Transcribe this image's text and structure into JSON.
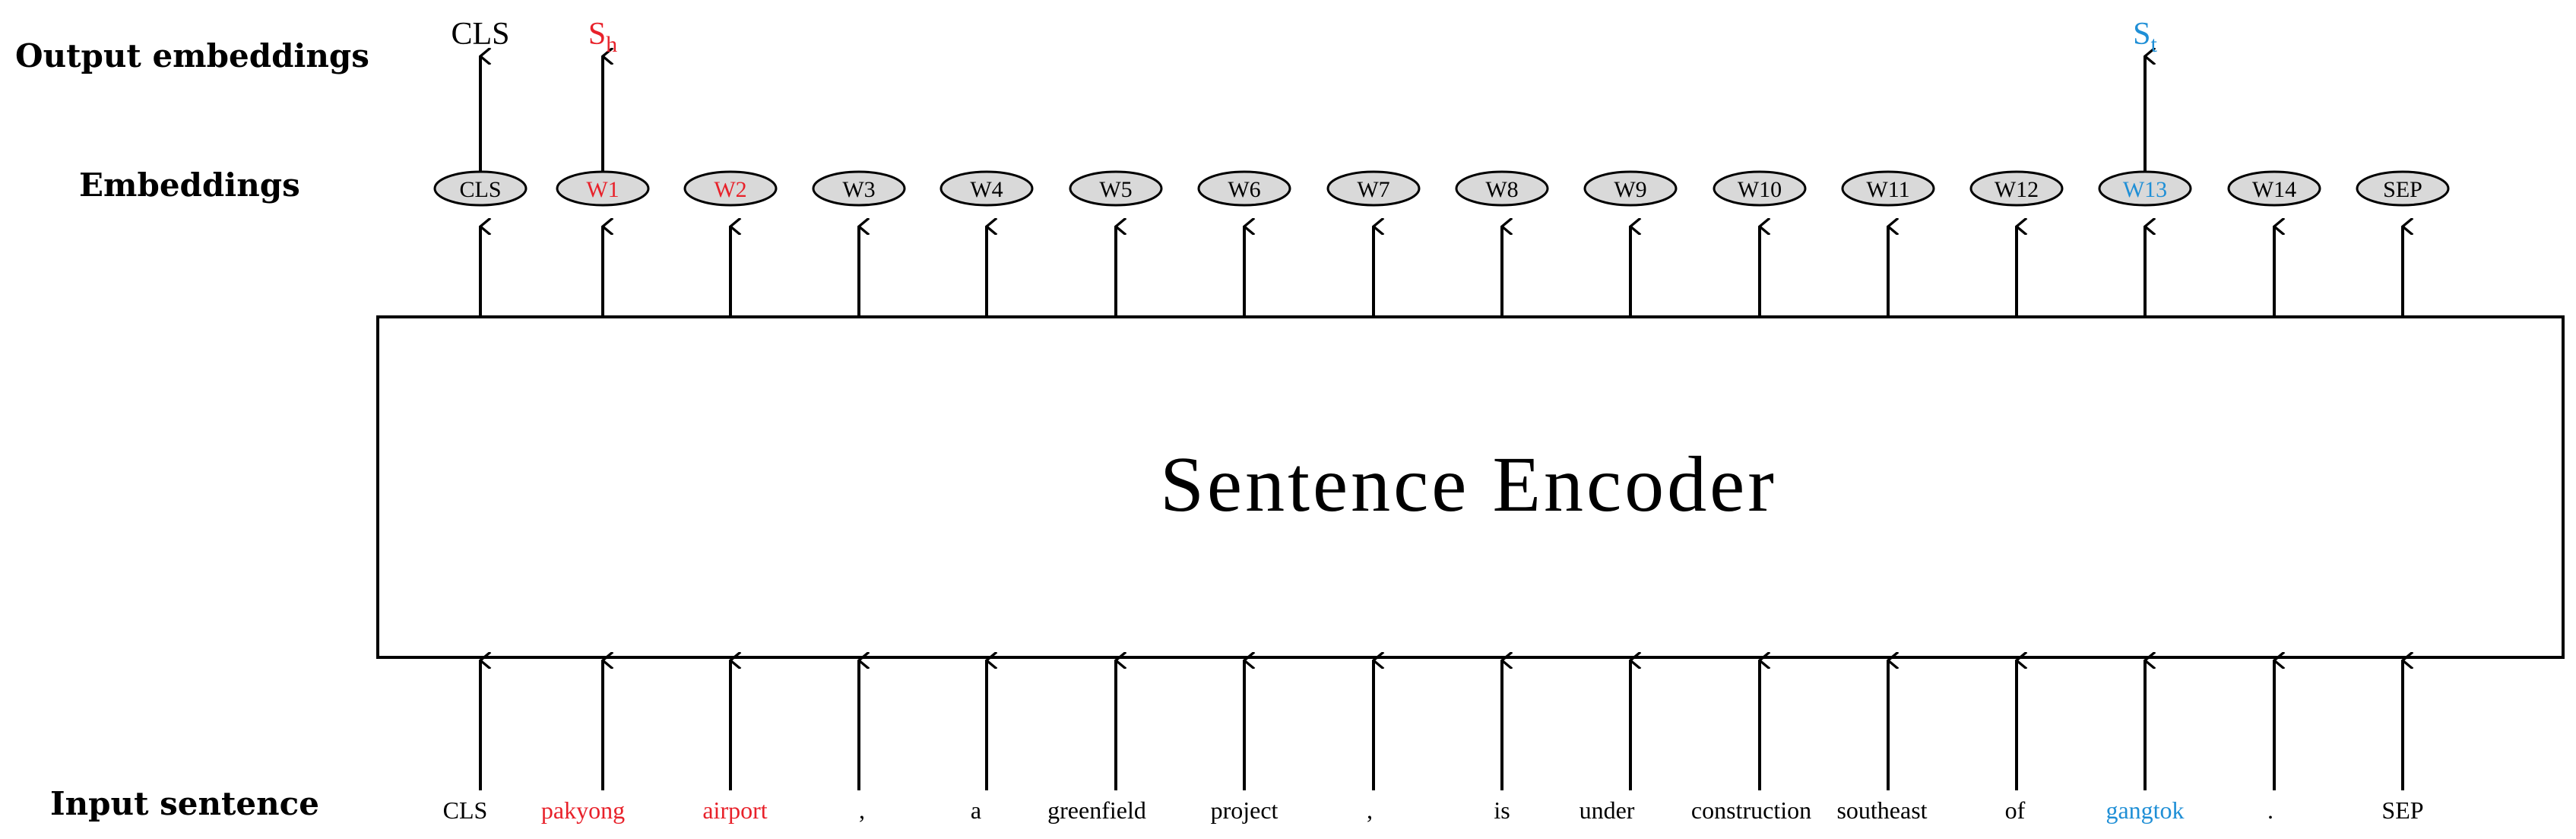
{
  "row_labels": {
    "output": "Output embeddings",
    "embeddings": "Embeddings",
    "input": "Input sentence"
  },
  "encoder": {
    "label": "Sentence Encoder"
  },
  "colors": {
    "default": "#000000",
    "head": "#e8212a",
    "tail": "#1f8fd6",
    "node_fill": "#d9d9d9"
  },
  "tokens": [
    {
      "text": "CLS",
      "role": "default"
    },
    {
      "text": "pakyong",
      "role": "head"
    },
    {
      "text": "airport",
      "role": "head"
    },
    {
      "text": ",",
      "role": "default"
    },
    {
      "text": "a",
      "role": "default"
    },
    {
      "text": "greenfield",
      "role": "default"
    },
    {
      "text": "project",
      "role": "default"
    },
    {
      "text": ",",
      "role": "default"
    },
    {
      "text": "is",
      "role": "default"
    },
    {
      "text": "under",
      "role": "default"
    },
    {
      "text": "construction",
      "role": "default"
    },
    {
      "text": "southeast",
      "role": "default"
    },
    {
      "text": "of",
      "role": "default"
    },
    {
      "text": "gangtok",
      "role": "tail"
    },
    {
      "text": ".",
      "role": "default"
    },
    {
      "text": "SEP",
      "role": "default"
    }
  ],
  "embeddings": [
    {
      "label": "CLS",
      "role": "default"
    },
    {
      "label": "W1",
      "role": "head"
    },
    {
      "label": "W2",
      "role": "head"
    },
    {
      "label": "W3",
      "role": "default"
    },
    {
      "label": "W4",
      "role": "default"
    },
    {
      "label": "W5",
      "role": "default"
    },
    {
      "label": "W6",
      "role": "default"
    },
    {
      "label": "W7",
      "role": "default"
    },
    {
      "label": "W8",
      "role": "default"
    },
    {
      "label": "W9",
      "role": "default"
    },
    {
      "label": "W10",
      "role": "default"
    },
    {
      "label": "W11",
      "role": "default"
    },
    {
      "label": "W12",
      "role": "default"
    },
    {
      "label": "W13",
      "role": "tail"
    },
    {
      "label": "W14",
      "role": "default"
    },
    {
      "label": "SEP",
      "role": "default"
    }
  ],
  "outputs": [
    {
      "from": 0,
      "main": "CLS",
      "sub": "",
      "role": "default"
    },
    {
      "from": 1,
      "main": "S",
      "sub": "h",
      "role": "head"
    },
    {
      "from": 13,
      "main": "S",
      "sub": "t",
      "role": "tail"
    }
  ]
}
